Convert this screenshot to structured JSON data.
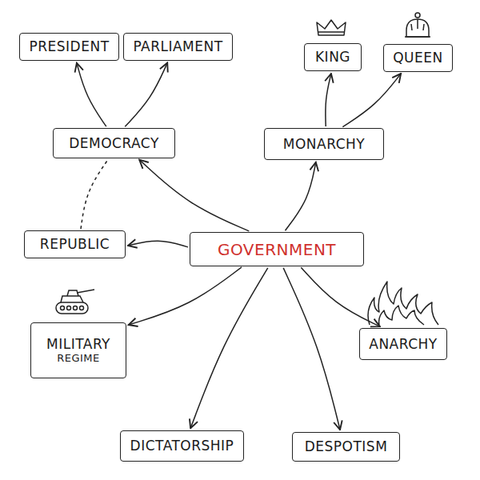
{
  "diagram": {
    "nodes": [
      {
        "text": [
          "PRESIDENT"
        ]
      },
      {
        "text": [
          "PARLIAMENT"
        ]
      },
      {
        "text": [
          "KING"
        ]
      },
      {
        "text": [
          "QUEEN"
        ]
      },
      {
        "text": [
          "DEMOCRACY"
        ]
      },
      {
        "text": [
          "MONARCHY"
        ]
      },
      {
        "text": [
          "REPUBLIC"
        ]
      },
      {
        "text": [
          "GOVERNMENT"
        ]
      },
      {
        "text": [
          "MILITARY",
          "REGIME"
        ]
      },
      {
        "text": [
          "ANARCHY"
        ]
      },
      {
        "text": [
          "DICTATORSHIP"
        ]
      },
      {
        "text": [
          "DESPOTISM"
        ]
      }
    ],
    "edges": [
      {
        "from": 4,
        "to": 0,
        "arrow": "to"
      },
      {
        "from": 4,
        "to": 1,
        "arrow": "to"
      },
      {
        "from": 5,
        "to": 2,
        "arrow": "to"
      },
      {
        "from": 5,
        "to": 3,
        "arrow": "to"
      },
      {
        "from": 6,
        "to": 4,
        "arrow": "none"
      },
      {
        "from": 7,
        "to": 4,
        "arrow": "to"
      },
      {
        "from": 7,
        "to": 5,
        "arrow": "to"
      },
      {
        "from": 7,
        "to": 6,
        "arrow": "to"
      },
      {
        "from": 7,
        "to": 8,
        "arrow": "to"
      },
      {
        "from": 7,
        "to": 9,
        "arrow": "to"
      },
      {
        "from": 7,
        "to": 10,
        "arrow": "to"
      },
      {
        "from": 7,
        "to": 11,
        "arrow": "to"
      }
    ]
  }
}
